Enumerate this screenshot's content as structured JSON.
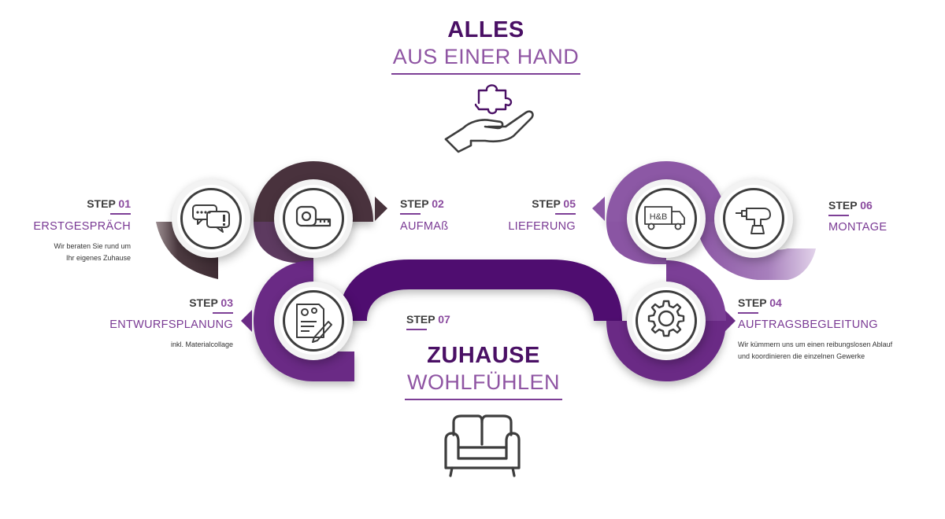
{
  "header": {
    "line1": "ALLES",
    "line2": "AUS EINER HAND"
  },
  "footer": {
    "step_label": "STEP",
    "step_num": "07",
    "line1": "ZUHAUSE",
    "line2": "WOHLFÜHLEN"
  },
  "steps": [
    {
      "label": "STEP",
      "num": "01",
      "title": "ERSTGESPRÄCH",
      "desc": [
        "Wir beraten Sie rund um",
        "Ihr eigenes Zuhause"
      ],
      "icon": "chat-bubbles-icon"
    },
    {
      "label": "STEP",
      "num": "02",
      "title": "AUFMAß",
      "desc": [],
      "icon": "tape-measure-icon"
    },
    {
      "label": "STEP",
      "num": "03",
      "title": "ENTWURFSPLANUNG",
      "desc": [
        "inkl. Materialcollage"
      ],
      "icon": "design-document-icon"
    },
    {
      "label": "STEP",
      "num": "04",
      "title": "AUFTRAGSBEGLEITUNG",
      "desc": [
        "Wir kümmern uns um einen reibungslosen Ablauf",
        "und koordinieren die einzelnen Gewerke"
      ],
      "icon": "gear-icon"
    },
    {
      "label": "STEP",
      "num": "05",
      "title": "LIEFERUNG",
      "desc": [],
      "icon": "delivery-truck-icon",
      "truck_text": "H&B"
    },
    {
      "label": "STEP",
      "num": "06",
      "title": "MONTAGE",
      "desc": [],
      "icon": "power-drill-icon"
    }
  ],
  "colors": {
    "dark_purple": "#4a1065",
    "mid_purple": "#7d3f96",
    "light_purple": "#9a6bb0",
    "brown_dark": "#4c3a40",
    "icon_gray": "#3d3d3d"
  }
}
